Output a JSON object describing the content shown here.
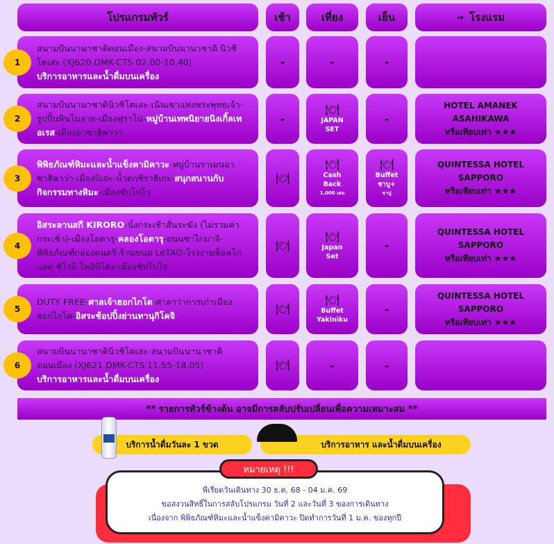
{
  "header": {
    "program": "โปรแกรมทัวร์",
    "breakfast": "เช้า",
    "lunch": "เที่ยง",
    "dinner": "เย็น",
    "hotel": "โรงแรม",
    "hotel_icon": "bed-icon"
  },
  "days": [
    {
      "day": "1",
      "program": [
        {
          "t": "สนามบินนานาชาติดอนเมือง-สนามบินนานาชาติ นิวชิโตเสะ (XJ620 DMK-CTS 02.00-10.40)",
          "hl": false
        },
        {
          "t": "\nบริการอาหารและน้ำดื่มบนเครื่อง",
          "hl": true
        }
      ],
      "breakfast": "-",
      "lunch": "-",
      "dinner": "-",
      "hotel": []
    },
    {
      "day": "2",
      "program": [
        {
          "t": "สนามบินนานาชาตินิวชิโตเสะ-เนินเขาแห่งพระพุทธเจ้า-รูปปั้นหินโมอาย-เมืองฟุราโน่-",
          "hl": false
        },
        {
          "t": "หมู่บ้านเทพนิยายนิงเกิ้ลเทอเรส",
          "hl": true
        },
        {
          "t": "-เมืองอาซาฮิคาว่า",
          "hl": false
        }
      ],
      "breakfast": "-",
      "lunch": [
        "JAPAN",
        "SET"
      ],
      "dinner": "-",
      "hotel": [
        "HOTEL AMANEK",
        "ASAHIKAWA",
        "หรือเทียบเท่า ★★★"
      ]
    },
    {
      "day": "3",
      "program": [
        {
          "t": "พิพิธภัณฑ์หิมะและน้ำแข็งคามิคาวะ",
          "hl": true
        },
        {
          "t": "-หมู่บ้านราเมนอาซาฮิคาว่า-เมืองบิเอะ-น้ำตกชิราฮิเกะ-",
          "hl": false
        },
        {
          "t": "สนุกสนานกับกิจกรรมทางหิมะ",
          "hl": true
        },
        {
          "t": "-เมืองซัปโปโร",
          "hl": false
        }
      ],
      "breakfast": "plate",
      "lunch": [
        "Cash",
        "Back",
        "1,000 เยน"
      ],
      "dinner": [
        "Buffet",
        "ชาบู+",
        "ขาปู"
      ],
      "hotel": [
        "QUINTESSA HOTEL",
        "SAPPORO",
        "หรือเทียบเท่า ★★★"
      ]
    },
    {
      "day": "4",
      "program": [
        {
          "t": "อิสระลานสกี KIRORO",
          "hl": true
        },
        {
          "t": "-นั่งกระเช้าสั่นระฆัง (ไม่รวมค่ากระเช้า)-เมืองโอตารุ-",
          "hl": false
        },
        {
          "t": "คลองโอตารุ",
          "hl": true
        },
        {
          "t": "-ถนนซาไกมาจิ-พิพิธภัณฑ์กล่องดนตรี-ร้านขนม LeTAO-โรงงานช็อคโกแลต ชิโรอิ โคอิบิโตะ-เมืองซัปโปโร",
          "hl": false
        }
      ],
      "breakfast": "plate",
      "lunch": [
        "Japan",
        "Set"
      ],
      "dinner": "-",
      "hotel": [
        "QUINTESSA HOTEL",
        "SAPPORO",
        "หรือเทียบเท่า ★★★"
      ]
    },
    {
      "day": "5",
      "program": [
        {
          "t": "DUTY FREE-",
          "hl": false
        },
        {
          "t": "ศาลเจ้าฮอกไกโด",
          "hl": true
        },
        {
          "t": "-ศาลาว่าการเก่าเมืองฮอกไกโด-",
          "hl": false
        },
        {
          "t": "อิสระช้อปปิ้งย่านทานุกิโคจิ",
          "hl": true
        }
      ],
      "breakfast": "plate",
      "lunch": [
        "Buffet",
        "Yakiniku"
      ],
      "dinner": "-",
      "hotel": [
        "QUINTESSA HOTEL",
        "SAPPORO",
        "หรือเทียบเท่า ★★★"
      ]
    },
    {
      "day": "6",
      "program": [
        {
          "t": "สนามบินนานาชาตินิวชิโตเสะ-สนามบินนานาชาติ ดอนเมือง (XJ621 DMK-CTS 11.55-18.05)",
          "hl": false
        },
        {
          "t": "\nบริการอาหารและน้ำดื่มบนเครื่อง",
          "hl": true
        }
      ],
      "breakfast": "plate",
      "lunch": "-",
      "dinner": "-",
      "hotel": []
    }
  ],
  "banner": "** รายการทัวร์ข้างต้น อาจมีการสลับปรับเปลี่ยนเพื่อความเหมาะสม **",
  "services": {
    "water": "บริการน้ำดื่มวันละ 1 ขวด",
    "meal": "บริการอาหาร และน้ำดื่มบนเครื่อง"
  },
  "note": {
    "title": "หมายเหตุ !!!",
    "lines": [
      "พีเรียดวันเดินทาง 30 ธ.ค. 68 - 04 ม.ค. 69",
      "ขอสงวนสิทธิ์ในการสลับโปรแกรม วันที่ 2 และวันที่ 3 ของการเดินทาง",
      "เนื่องจาก พิพิธภัณฑ์หิมะและน้ำแข็งคามิคาวะ ปิดทำการวันที่ 1 ม.ค. ของทุกปี"
    ]
  }
}
